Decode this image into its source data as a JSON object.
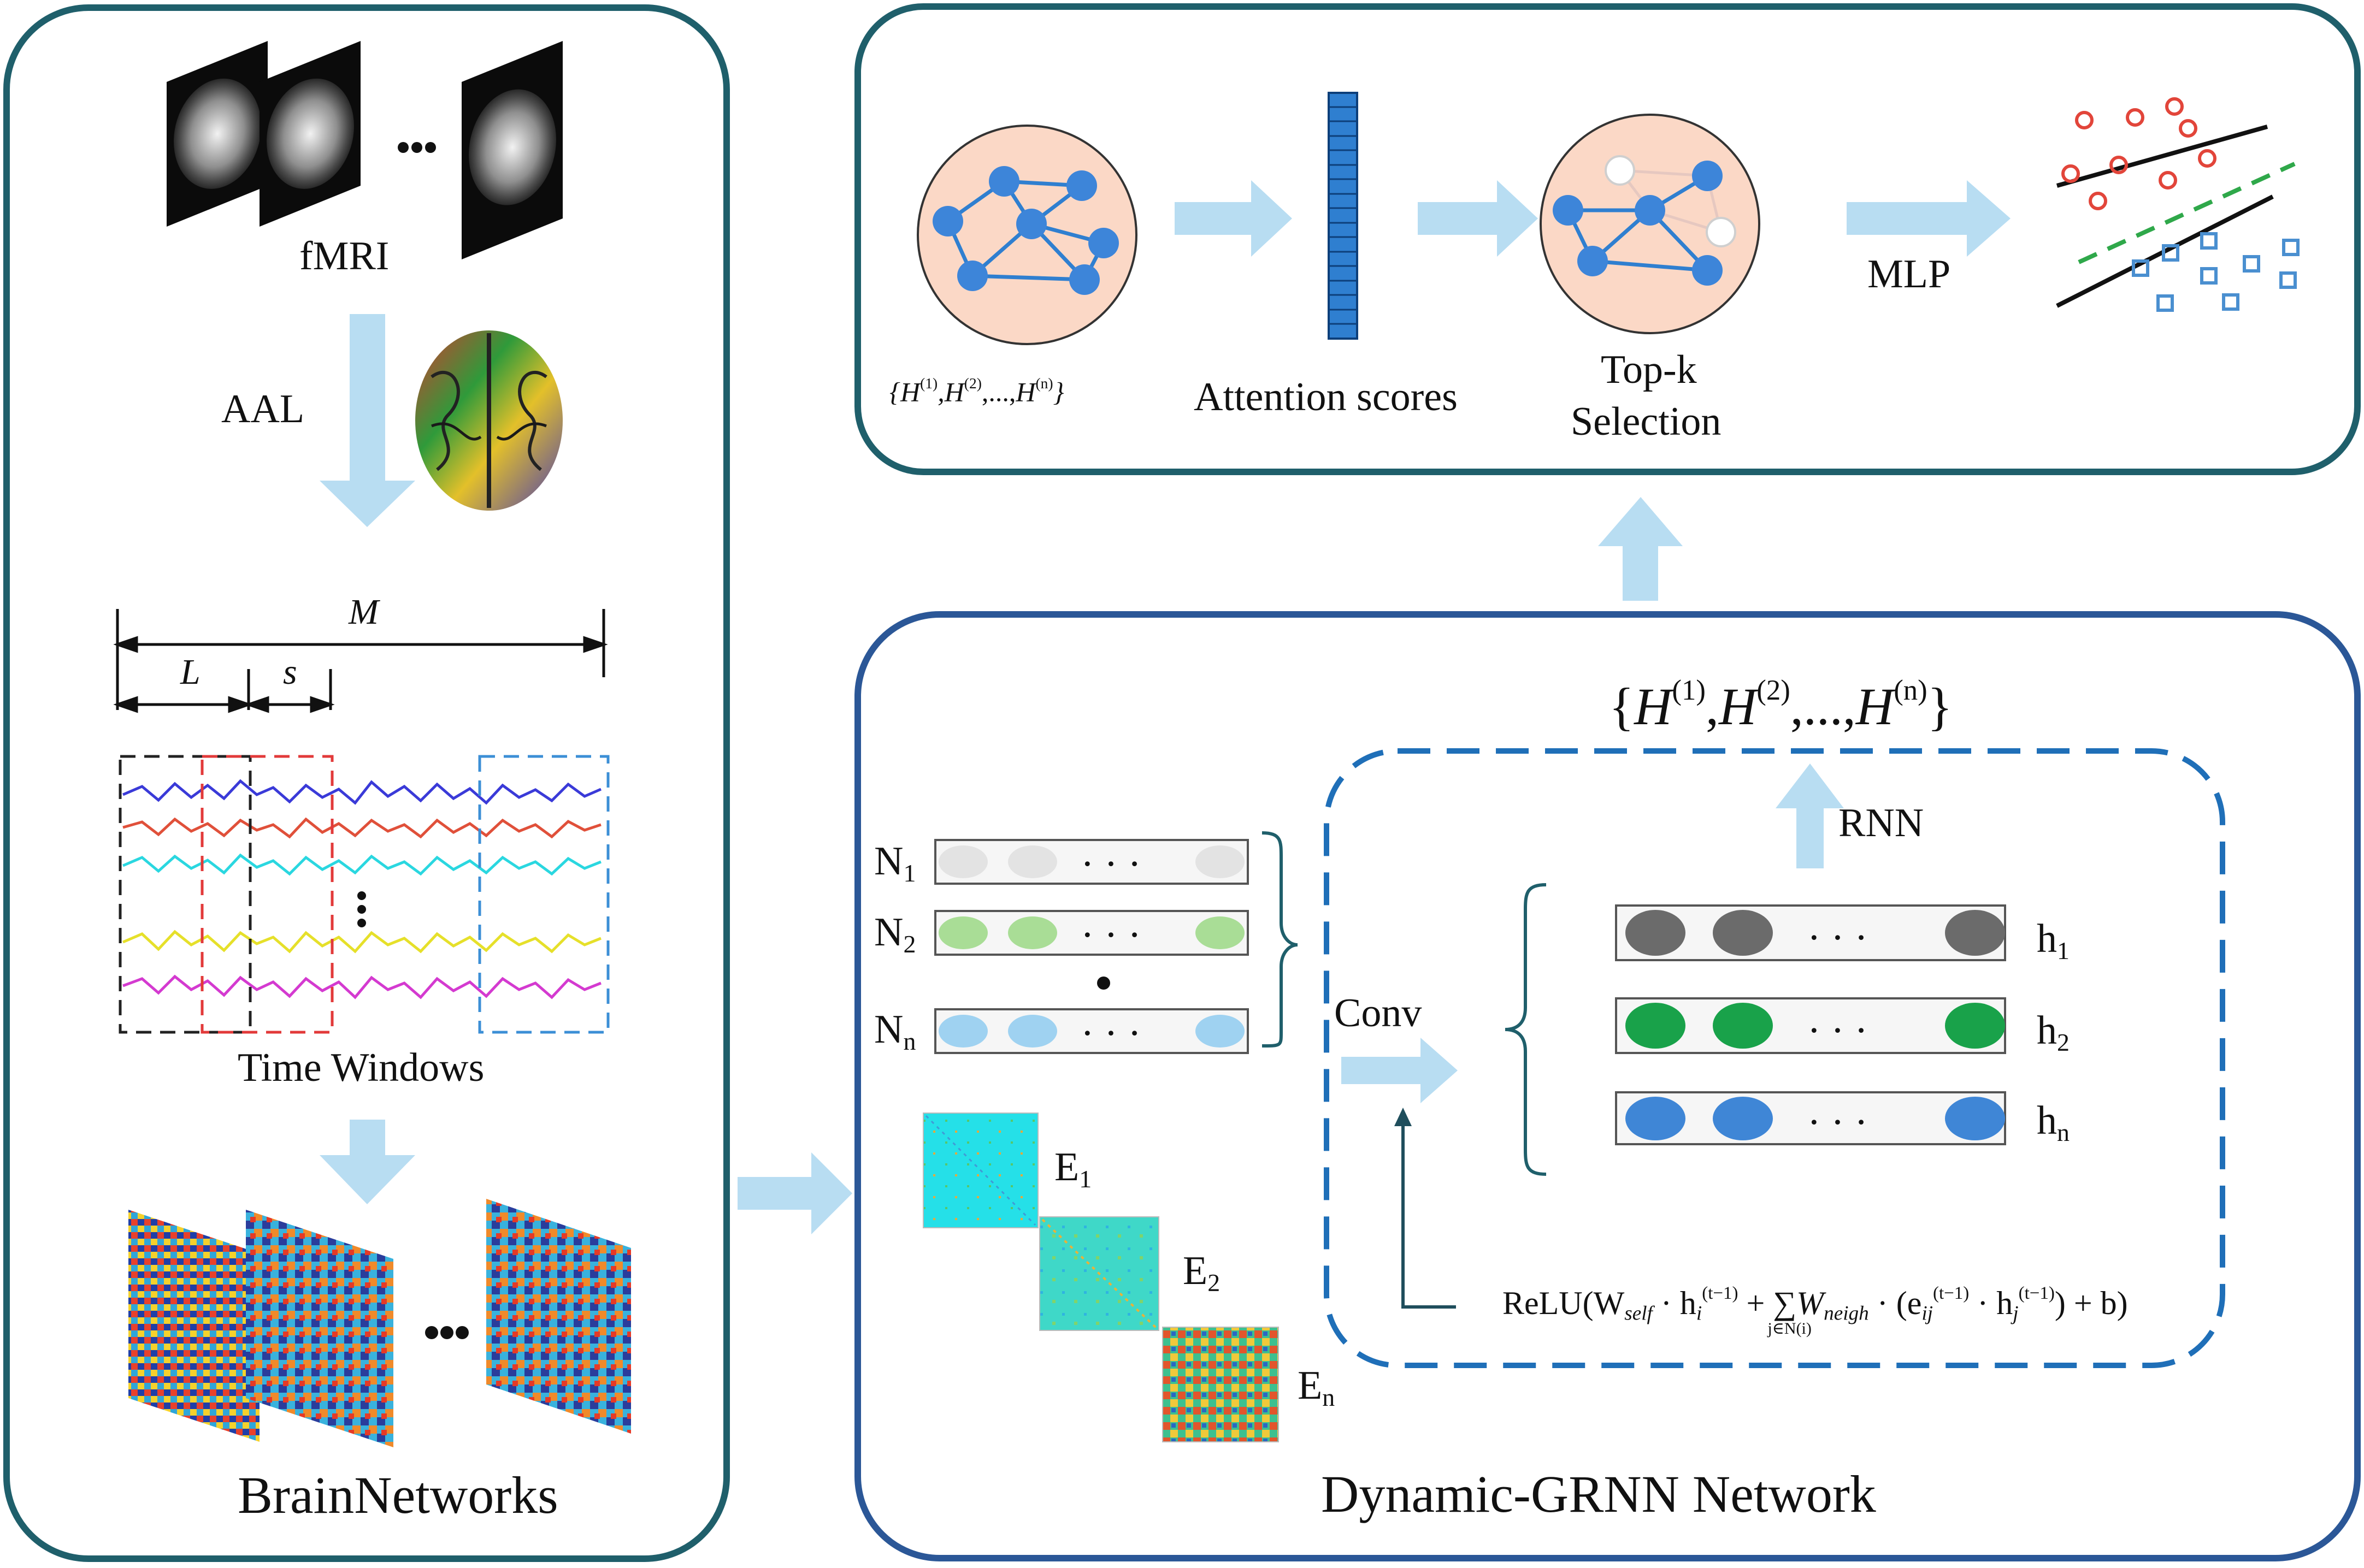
{
  "labels": {
    "fmri": "fMRI",
    "aal": "AAL",
    "m": "M",
    "l": "L",
    "s": "s",
    "time_windows": "Time Windows",
    "brain_networks": "BrainNetworks",
    "attention_scores": "Attention scores",
    "topk_line1": "Top-k",
    "topk_line2": "Selection",
    "mlp": "MLP",
    "rnn": "RNN",
    "conv": "Conv",
    "dynamic_grnn": "Dynamic-GRNN Network",
    "h_set_open": "{",
    "h_set_h1": "H",
    "h_set_sup1": "(1)",
    "h_set_h2": "H",
    "h_set_sup2": "(2)",
    "h_set_dots": ",...,",
    "h_set_hn": "H",
    "h_set_supn": "(n)",
    "h_set_close": "}",
    "n1": "N",
    "n1_sub": "1",
    "n2": "N",
    "n2_sub": "2",
    "nn": "N",
    "nn_sub": "n",
    "h1": "h",
    "h1_sub": "1",
    "h2": "h",
    "h2_sub": "2",
    "hn": "h",
    "hn_sub": "n",
    "e1": "E",
    "e1_sub": "1",
    "e2": "E",
    "e2_sub": "2",
    "en": "E",
    "en_sub": "n",
    "ellipsis": "· · ·",
    "formula_lhs": "ReLU(W",
    "formula_self": "self",
    "formula_mid1": " · h",
    "formula_i": "i",
    "formula_tm1": "(t−1)",
    "formula_plus": " + ",
    "formula_sum": "∑",
    "formula_sum_sub": "j∈N(i)",
    "formula_wneigh": "W",
    "formula_neigh": "neigh",
    "formula_mid2": " · (e",
    "formula_ij": "ij",
    "formula_mid3": " · h",
    "formula_j": "j",
    "formula_end": ") + b)"
  },
  "colors": {
    "panel_teal": "#1f5f6b",
    "panel_blue": "#2b5797",
    "dashed_blue": "#1f6fb8",
    "arrow": "#b8ddf2",
    "graph_node": "#3d85d9",
    "graph_bg": "#fbd8c6",
    "vector_blue": "#2f7fd0",
    "gray_node": "#6b6b6b",
    "green_node": "#19a24a",
    "blue_node": "#3f86d6",
    "light_gray_node": "#e3e3e3",
    "light_green_node": "#a9dd96",
    "light_blue_node": "#9fd2f1"
  }
}
